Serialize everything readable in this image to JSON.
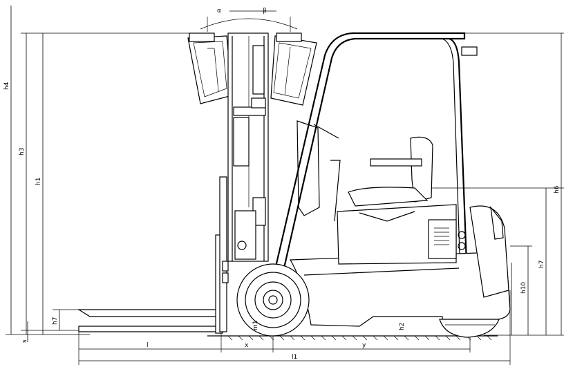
{
  "diagram": {
    "dimension_labels": {
      "h4": "h4",
      "h3": "h3",
      "h1": "h1",
      "h6": "h6",
      "h7": "h7",
      "h10": "h10",
      "h2": "h2",
      "h8": "h7",
      "l": "l",
      "x": "x",
      "y": "y",
      "l1": "l1",
      "a": "α",
      "b": "β",
      "s": "s",
      "m1": "m1"
    }
  }
}
